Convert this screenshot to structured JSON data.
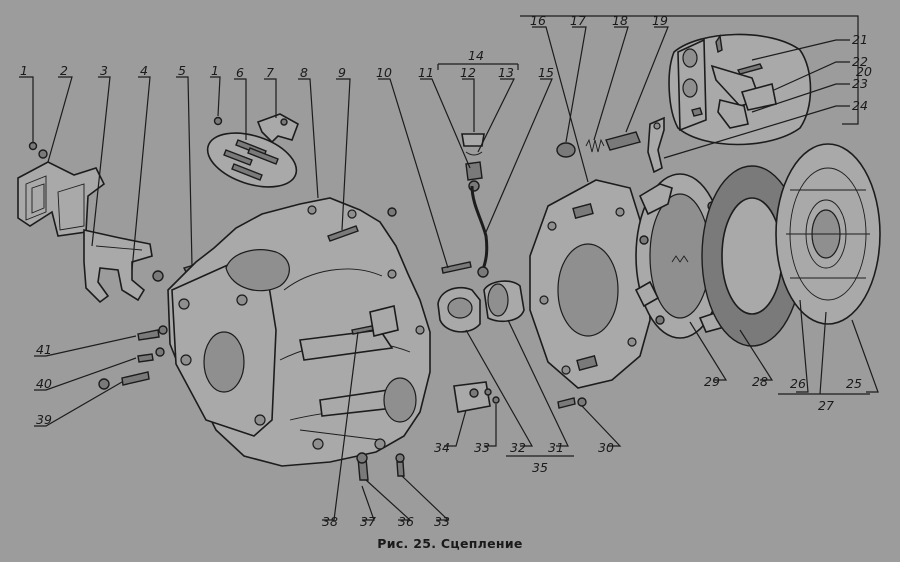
{
  "caption": "Рис. 25. Сцепление",
  "labels": [
    "1",
    "2",
    "3",
    "4",
    "5",
    "1",
    "6",
    "7",
    "8",
    "9",
    "10",
    "11",
    "12",
    "13",
    "14",
    "15",
    "16",
    "17",
    "18",
    "19",
    "20",
    "21",
    "22",
    "23",
    "24",
    "25",
    "26",
    "27",
    "28",
    "29",
    "30",
    "31",
    "32",
    "33",
    "34",
    "35",
    "36",
    "37",
    "38",
    "33",
    "39",
    "40",
    "41"
  ],
  "colors": {
    "paper": "#9c9c9c",
    "ink": "#1c1c1c"
  }
}
